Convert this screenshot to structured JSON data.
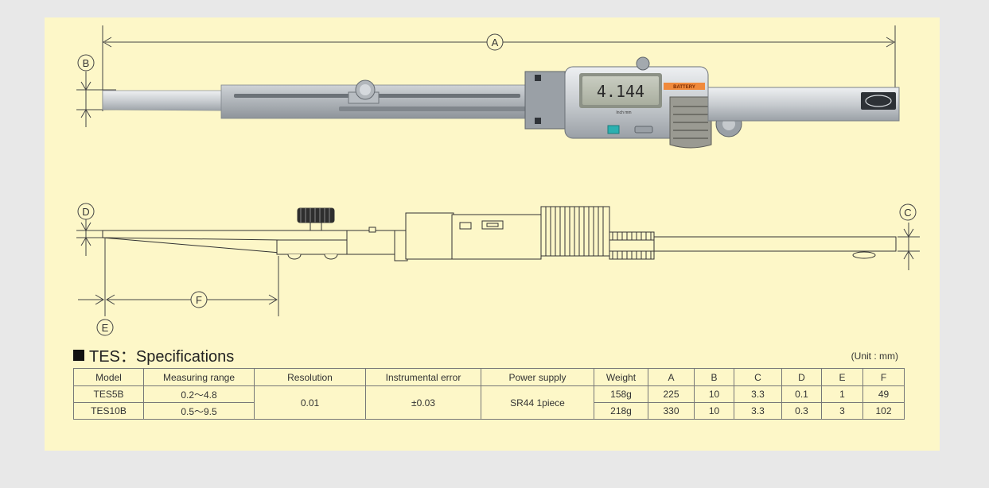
{
  "drawing_labels": {
    "A": "A",
    "B": "B",
    "C": "C",
    "D": "D",
    "E": "E",
    "F": "F"
  },
  "lcd": {
    "reading": "4.144",
    "unit_label": "Inch mm",
    "badge": "BATTERY"
  },
  "spec": {
    "heading": "TES：Specifications",
    "unit": "(Unit : mm)",
    "headers": [
      "Model",
      "Measuring range",
      "Resolution",
      "Instrumental error",
      "Power supply",
      "Weight",
      "A",
      "B",
      "C",
      "D",
      "E",
      "F"
    ],
    "rows": [
      {
        "model": "TES5B",
        "range": "0.2～4.8",
        "weight": "158g",
        "A": "225",
        "B": "10",
        "C": "3.3",
        "D": "0.1",
        "E": "1",
        "F": "49"
      },
      {
        "model": "TES10B",
        "range": "0.5～9.5",
        "weight": "218g",
        "A": "330",
        "B": "10",
        "C": "3.3",
        "D": "0.3",
        "E": "3",
        "F": "102"
      }
    ],
    "shared": {
      "resolution": "0.01",
      "error": "±0.03",
      "power": "SR44 1piece"
    }
  },
  "colors": {
    "panel_bg": "#fdf7c8",
    "page_bg": "#e8e8e8",
    "accent_button": "#2bb0b0",
    "battery_badge": "#f08a3c"
  }
}
